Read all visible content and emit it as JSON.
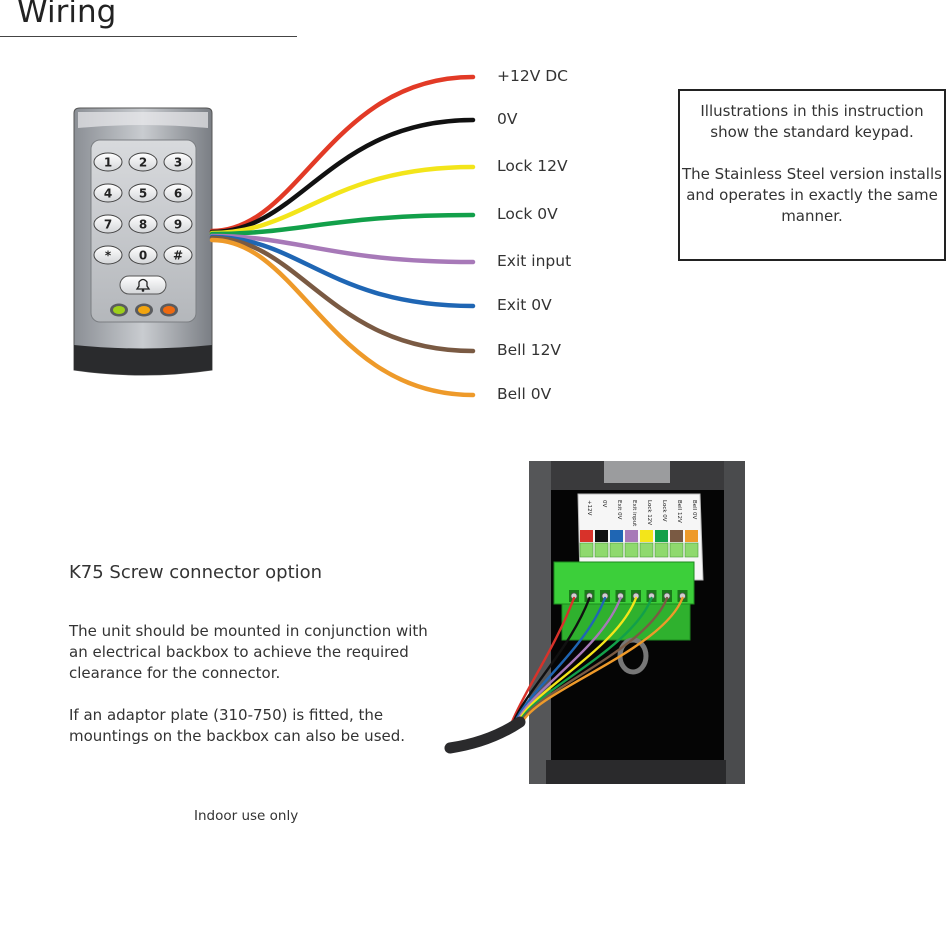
{
  "header": {
    "title": "Wiring"
  },
  "keypad": {
    "keys": [
      "1",
      "2",
      "3",
      "4",
      "5",
      "6",
      "7",
      "8",
      "9",
      "*",
      "0",
      "#"
    ],
    "bell_icon": "bell-icon",
    "leds": [
      "#9ecf1a",
      "#f2a50f",
      "#ef6a10"
    ]
  },
  "wires": [
    {
      "label": "+12V DC",
      "color": "#e23a26"
    },
    {
      "label": "0V",
      "color": "#111111"
    },
    {
      "label": "Lock 12V",
      "color": "#f3e51a"
    },
    {
      "label": "Lock 0V",
      "color": "#12a04a"
    },
    {
      "label": "Exit input",
      "color": "#a779b8"
    },
    {
      "label": "Exit 0V",
      "color": "#1f66b4"
    },
    {
      "label": "Bell 12V",
      "color": "#7a5a43"
    },
    {
      "label": "Bell 0V",
      "color": "#ee9a2a"
    }
  ],
  "note": {
    "line1": "Illustrations in this instruction show the standard keypad.",
    "line2": "The Stainless Steel version installs and operates in exactly the same manner."
  },
  "connector_section": {
    "heading": "K75 Screw connector option",
    "para1": "The unit should be mounted in conjunction with an electrical backbox to achieve the required clearance for the connector.",
    "para2": "If an adaptor plate (310-750) is fitted, the mountings on the backbox can also be used.",
    "terminal_labels": [
      "+12V",
      "0V",
      "Exit 0V",
      "Exit input",
      "Lock 12V",
      "Lock 0V",
      "Bell 12V",
      "Bell 0V"
    ],
    "terminal_colors": [
      "#d8322a",
      "#111111",
      "#1f66b4",
      "#a779b8",
      "#f3e51a",
      "#12a04a",
      "#7a5a43",
      "#ee9a2a"
    ]
  },
  "footer": {
    "note": "Indoor use only"
  }
}
